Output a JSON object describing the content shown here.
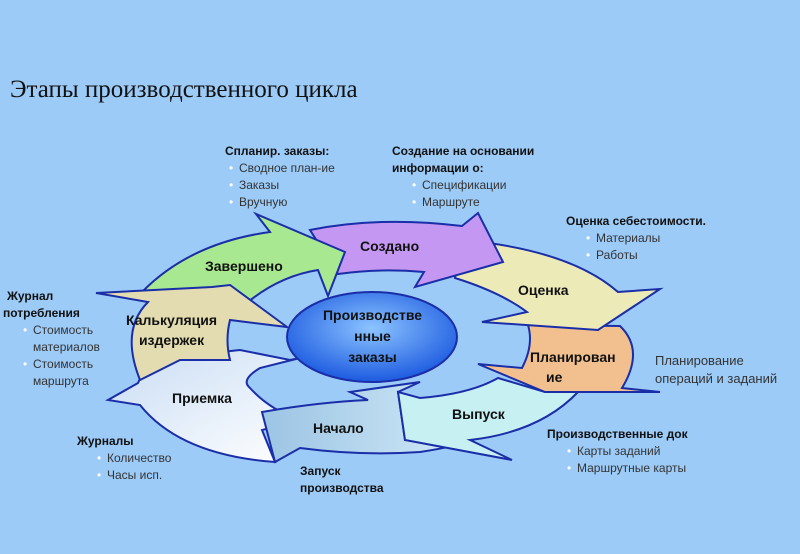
{
  "title": "Этапы производственного цикла",
  "center": {
    "lines": [
      "Производстве",
      "нные",
      "заказы"
    ]
  },
  "stages": {
    "completed": "Завершено",
    "created": "Создано",
    "estimate": "Оценка",
    "planning": [
      "Планирован",
      "ие"
    ],
    "release": "Выпуск",
    "start": "Начало",
    "acceptance": "Приемка",
    "costing": [
      "Калькуляция",
      "издержек"
    ]
  },
  "notes": {
    "planned": {
      "heading": "Спланир. заказы:",
      "items": [
        "Сводное план-ие",
        "Заказы",
        "Вручную"
      ]
    },
    "creation": {
      "heading": [
        "Создание на основании",
        "информации о:"
      ],
      "items": [
        "Спецификации",
        "Маршруте"
      ]
    },
    "cost": {
      "heading": "Оценка себестоимости.",
      "items": [
        "Материалы",
        "Работы"
      ]
    },
    "planning": {
      "lines": [
        "Планирование",
        "операций и заданий"
      ]
    },
    "docs": {
      "heading": "Производственные док",
      "items": [
        "Карты заданий",
        "Маршрутные карты"
      ]
    },
    "launch": {
      "heading": [
        "Запуск",
        "производства"
      ]
    },
    "journals": {
      "heading": "Журналы",
      "items": [
        "Количество",
        "Часы исп."
      ]
    },
    "consumption": {
      "heading": [
        "Журнал",
        "потребления"
      ],
      "items": [
        "Стоимость материалов",
        "Стоимость маршрута"
      ]
    }
  },
  "colors": {
    "background": "#9dcbf8",
    "completed": "#a8e890",
    "created": "#c498f2",
    "estimate": "#ecebb8",
    "planning": "#f2c08e",
    "release": "#c6f0f2",
    "start": "#b4d4ea",
    "acceptance": "#e4eefa",
    "costing": "#e2dcb0",
    "center": "#2e6ee8",
    "outline": "#1a2ea8"
  }
}
